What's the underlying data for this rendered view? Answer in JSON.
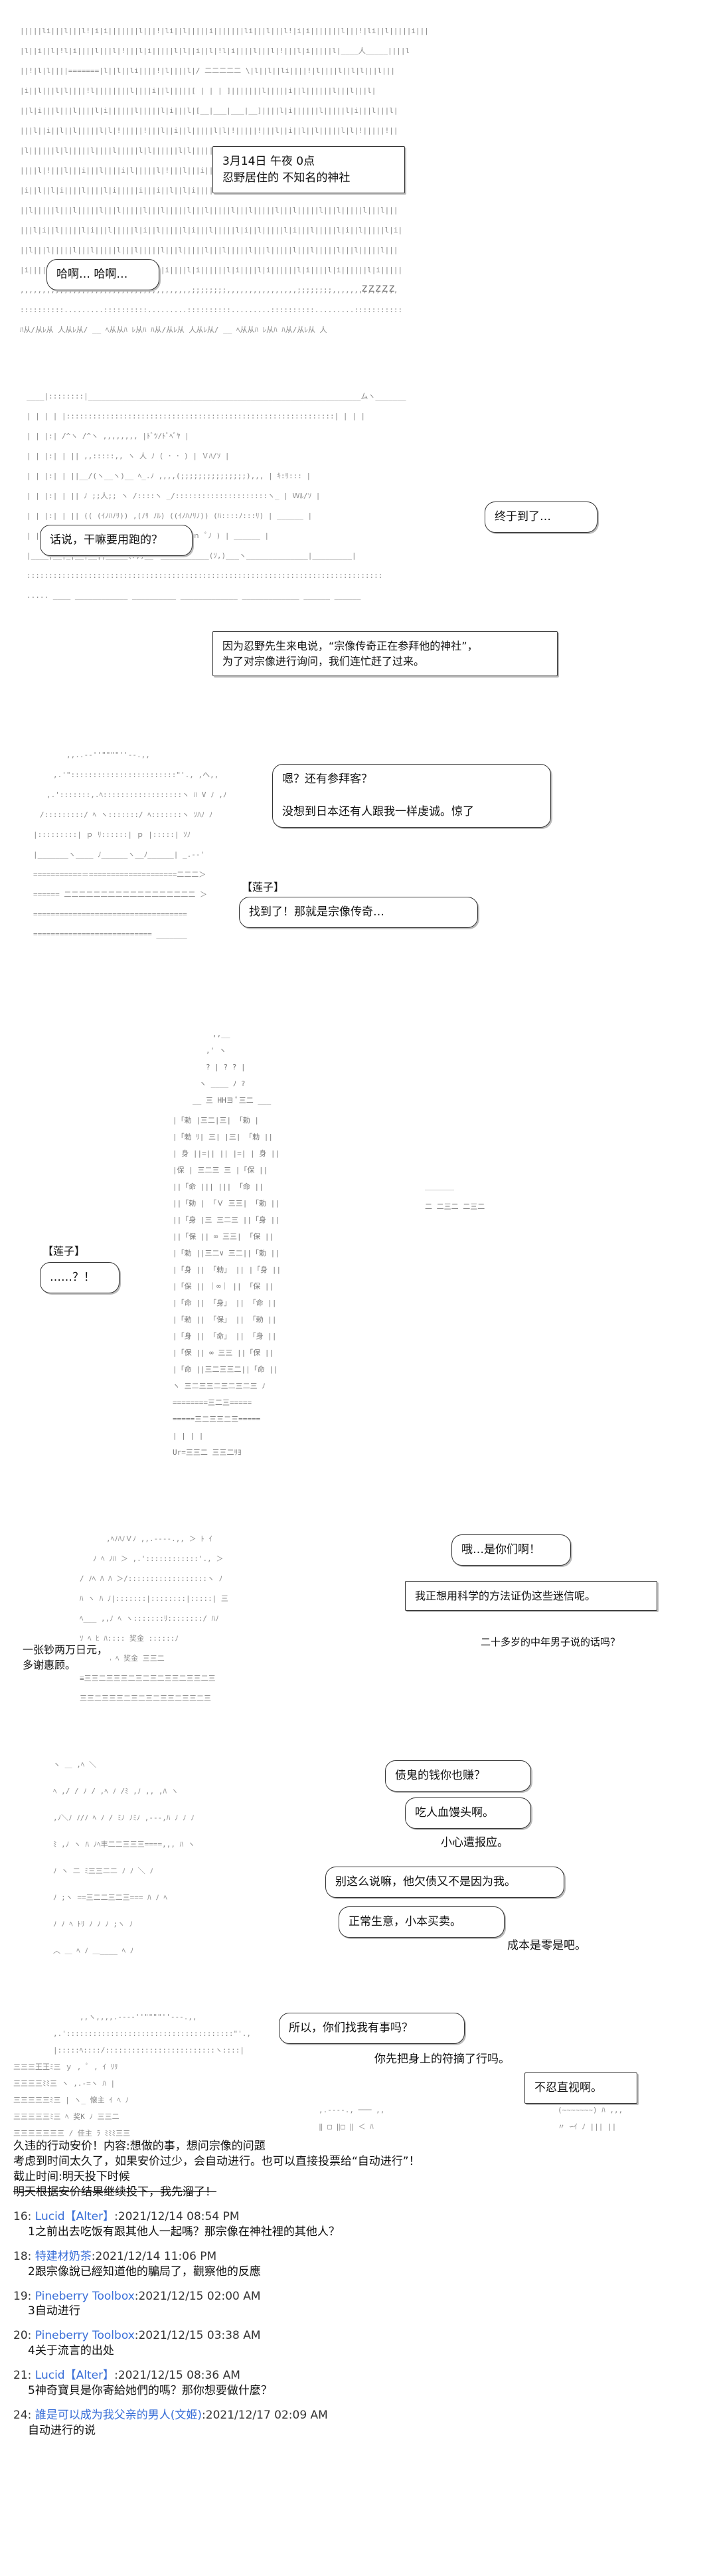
{
  "panel1": {
    "caption": "3月14日 午夜 0点\n忍野居住的 不知名的神社",
    "bubble_left": "哈啊… 哈啊…",
    "sfx": "zzzzz"
  },
  "panel2": {
    "bubble_left": "话说，干嘛要用跑的？",
    "bubble_right": "终于到了…",
    "caption": "因为忍野先生来电说，“宗像传奇正在参拜他的神社”，\n为了对宗像进行询问，我们连忙赶了过来。"
  },
  "panel3": {
    "bubble_main": "嗯？还有参拜客？\n\n没想到日本还有人跟我一样虔诚。惊了",
    "speaker": "【莲子】",
    "bubble_found": "找到了！那就是宗像传奇…"
  },
  "panel4": {
    "speaker": "【莲子】",
    "bubble": "……？！"
  },
  "panel5": {
    "caption_left": "一张钞两万日元，\n多谢惠顾。",
    "bubble_1": "哦…是你们啊！",
    "bubble_2": "我正想用科学的方法证伪这些迷信呢。",
    "caption_right": "二十多岁的中年男子说的话吗？"
  },
  "panel6": {
    "bubble_1": "债鬼的钱你也赚？",
    "bubble_2": "吃人血馒头啊。",
    "note_1": "小心遭报应。",
    "bubble_3": "别这么说嘛，他欠债又不是因为我。",
    "bubble_4": "正常生意，小本买卖。",
    "note_2": "成本是零是吧。"
  },
  "panel7": {
    "bubble_1": "所以，你们找我有事吗？",
    "bubble_2": "你先把身上的符摘了行吗。",
    "bubble_3": "不忍直视啊。"
  },
  "notes": [
    "久违的行动安价！内容:想做的事，想问宗像的问题",
    "考虑到时间太久了，如果安价过少，会自动进行。也可以直接投票给“自动进行”！",
    "截止时间:明天投下时候",
    "明天根据安价结果继续投下，我先溜了！"
  ],
  "posts": [
    {
      "num": "16",
      "user": "Lucid【Alter】",
      "time": ":2021/12/14 08:54 PM",
      "body": "1之前出去吃饭有跟其他人一起嗎？那宗像在神社裡的其他人？"
    },
    {
      "num": "18",
      "user": "特建材奶茶",
      "time": ":2021/12/14 11:06 PM",
      "body": "2跟宗像說已經知道他的騙局了，觀察他的反應"
    },
    {
      "num": "19",
      "user": "Pineberry Toolbox",
      "time": ":2021/12/15 02:00 AM",
      "body": "3自动进行"
    },
    {
      "num": "20",
      "user": "Pineberry Toolbox",
      "time": ":2021/12/15 03:38 AM",
      "body": "4关于流言的出处"
    },
    {
      "num": "21",
      "user": "Lucid【Alter】",
      "time": ":2021/12/15 08:36 AM",
      "body": "5神奇寶貝是你寄給她們的嗎？那你想要做什麼？"
    },
    {
      "num": "24",
      "user": "誰是可以成为我父亲的男人(文姬)",
      "time": ":2021/12/17 02:09 AM",
      "body": "自动进行的说"
    }
  ]
}
